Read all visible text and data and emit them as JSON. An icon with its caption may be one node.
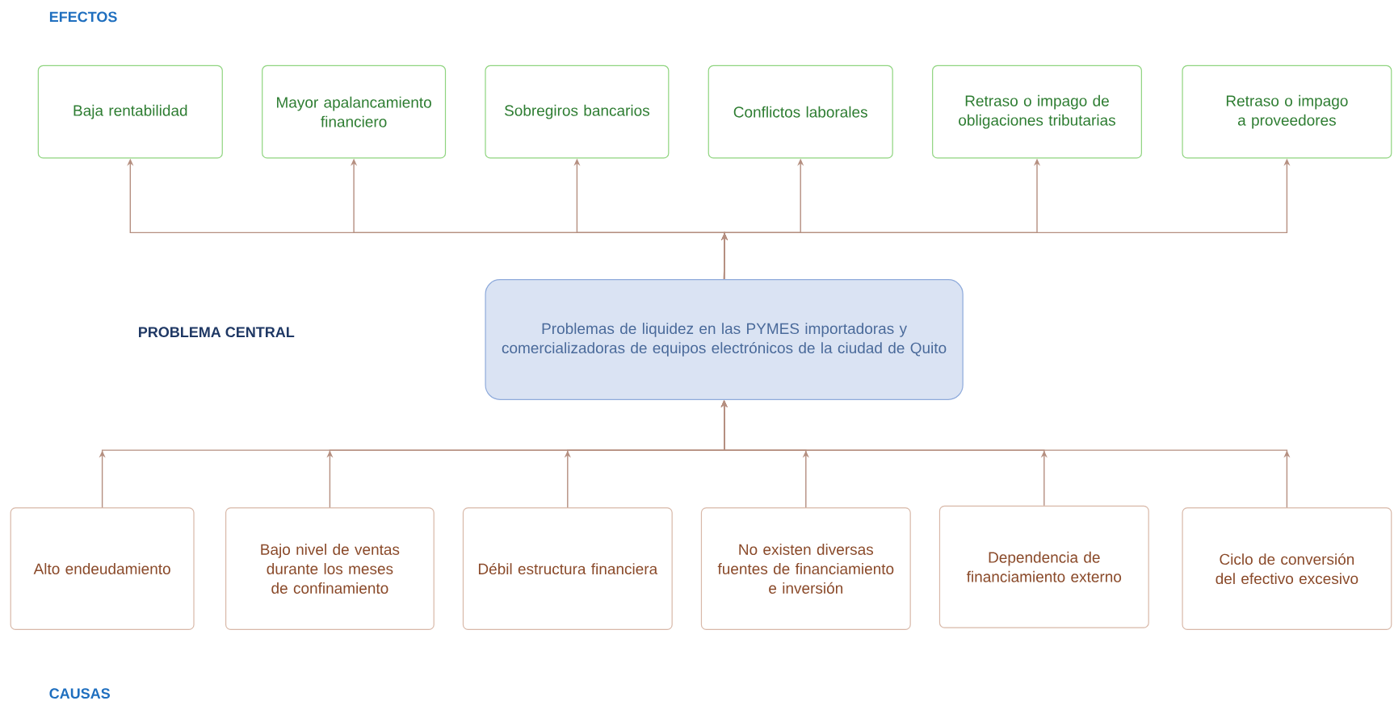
{
  "diagram": {
    "nodes": [
      {
        "text": [
          "Baja rentabilidad"
        ]
      },
      {
        "text": [
          "Mayor apalancamiento financiero"
        ]
      },
      {
        "text": [
          "Sobregiros bancarios"
        ]
      },
      {
        "text": [
          "Conflictos laborales"
        ]
      },
      {
        "text": [
          "Retraso o impago de obligaciones tributarias"
        ]
      },
      {
        "text": [
          "Retraso o impago a proveedores"
        ]
      },
      {
        "text": [
          "Problemas de liquidez en las PYMES importadoras y comercializadoras de equipos electrónicos de la ciudad de Quito"
        ]
      },
      {
        "text": [
          "Alto endeudamiento"
        ]
      },
      {
        "text": [
          "Bajo nivel de ventas durante los meses de confinamiento"
        ]
      },
      {
        "text": [
          "Débil estructura financiera"
        ]
      },
      {
        "text": [
          "No existen diversas fuentes de financiamiento e inversión"
        ]
      },
      {
        "text": [
          "Dependencia de financiamiento externo"
        ]
      },
      {
        "text": [
          "Ciclo de conversión del efectivo excesivo"
        ]
      }
    ],
    "edges": [
      {
        "from": 6,
        "to": 0,
        "arrow": "to"
      },
      {
        "from": 6,
        "to": 1,
        "arrow": "to"
      },
      {
        "from": 6,
        "to": 2,
        "arrow": "to"
      },
      {
        "from": 6,
        "to": 3,
        "arrow": "to"
      },
      {
        "from": 6,
        "to": 4,
        "arrow": "to"
      },
      {
        "from": 6,
        "to": 5,
        "arrow": "to"
      },
      {
        "from": 7,
        "to": 6,
        "arrow": "to"
      },
      {
        "from": 8,
        "to": 6,
        "arrow": "to"
      },
      {
        "from": 9,
        "to": 6,
        "arrow": "to"
      },
      {
        "from": 10,
        "to": 6,
        "arrow": "to"
      },
      {
        "from": 11,
        "to": 6,
        "arrow": "to"
      },
      {
        "from": 12,
        "to": 6,
        "arrow": "to"
      }
    ],
    "labels": [
      "EFECTOS",
      "PROBLEMA CENTRAL",
      "CAUSAS"
    ]
  }
}
